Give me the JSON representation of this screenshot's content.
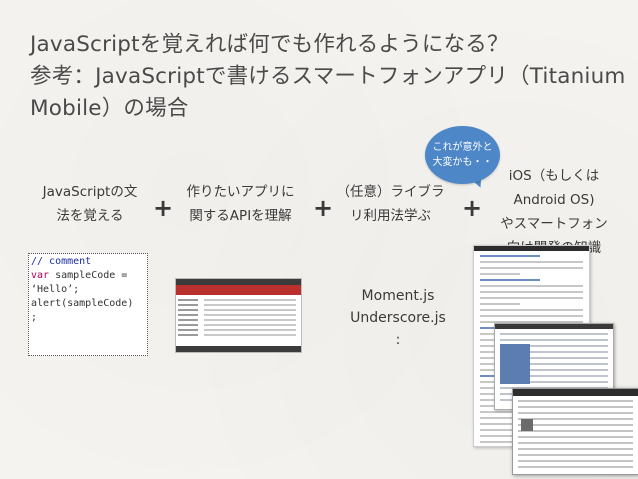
{
  "slide": {
    "title_lines": [
      "JavaScriptを覚えれば何でも作れるようになる？",
      "参考：JavaScriptで書けるスマートフォンアプリ（Titanium",
      "Mobile）の場合"
    ],
    "steps": [
      {
        "lines": [
          "JavaScriptの文",
          "法を覚える"
        ]
      },
      {
        "lines": [
          "作りたいアプリに",
          "関するAPIを理解"
        ]
      },
      {
        "lines": [
          "（任意）ライブラ",
          "リ利用法学ぶ"
        ]
      },
      {
        "lines": [
          "iOS（もしくは",
          "Android OS)",
          "やスマートフォン",
          "向け開発の知識"
        ]
      }
    ],
    "plus_symbol": "+",
    "bubble_lines": [
      "これが意外と",
      "大変かも・・"
    ],
    "code_sample": {
      "comment": "// comment",
      "keyword": "var",
      "line1_rest": " sampleCode =",
      "line2": "‘Hello’;",
      "line3": "alert(sampleCode)",
      "line4": ";"
    },
    "libraries": [
      "Moment.js",
      "Underscore.js",
      ":"
    ]
  },
  "colors": {
    "background": "#f4f3ef",
    "bubble": "#4d87c7",
    "code_keyword": "#b3005f",
    "code_comment": "#1d2c9e",
    "admin_header": "#b9302c"
  },
  "icons": {
    "plus": "plus-icon"
  }
}
